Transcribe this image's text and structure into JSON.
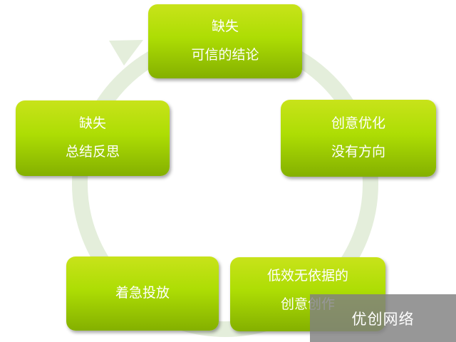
{
  "diagram": {
    "nodes": [
      {
        "id": "n1",
        "lines": [
          "缺失",
          "可信的结论"
        ]
      },
      {
        "id": "n2",
        "lines": [
          "创意优化",
          "没有方向"
        ]
      },
      {
        "id": "n3",
        "lines": [
          "低效无依据的",
          "创意创作"
        ]
      },
      {
        "id": "n4",
        "lines": [
          "着急投放"
        ]
      },
      {
        "id": "n5",
        "lines": [
          "缺失",
          "总结反思"
        ]
      }
    ],
    "colors": {
      "node_top": "#c8e31a",
      "node_bottom": "#84b000",
      "ring": "#e4eedb",
      "text": "#ffffff"
    }
  },
  "watermark": {
    "text": "优创网络"
  }
}
